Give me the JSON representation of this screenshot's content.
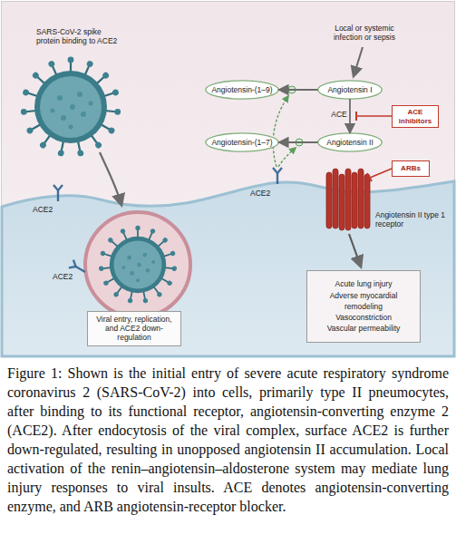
{
  "diagram": {
    "caption": "Figure 1: Shown is the initial entry of severe acute respiratory syndrome coronavirus 2 (SARS-CoV-2) into cells, primarily type II pneumocytes, after binding to its functional receptor, angiotensin-converting enzyme 2 (ACE2). After endocytosis of the viral complex, surface ACE2 is further down-regulated, resulting in unopposed angiotensin II accumulation. Local activation of the renin–angiotensin–aldosterone system may mediate lung injury responses to viral insults. ACE denotes angiotensin-converting enzyme, and ARB angiotensin-receptor blocker.",
    "nodes": [
      {
        "text": [
          "Angiotensin-(1–9)"
        ]
      },
      {
        "text": [
          "Angiotensin I"
        ]
      },
      {
        "text": [
          "ACE inhibitors"
        ]
      },
      {
        "text": [
          "Angiotensin-(1–7)"
        ]
      },
      {
        "text": [
          "Angiotensin II"
        ]
      },
      {
        "text": [
          "ARBs"
        ]
      },
      {
        "text": [
          "Viral entry, replication, and ACE2 down-regulation"
        ]
      },
      {
        "text": [
          "Acute lung injury",
          "Adverse myocardial remodeling",
          "Vasoconstriction",
          "Vascular permeability"
        ]
      }
    ],
    "edges": [
      {
        "from": 1,
        "to": 0,
        "arrow": "to"
      },
      {
        "from": 1,
        "to": 4,
        "label": "ACE",
        "arrow": "to"
      },
      {
        "from": 4,
        "to": 3,
        "arrow": "to"
      }
    ],
    "labels": [
      "SARS-CoV-2 spike protein binding to ACE2",
      "Local or systemic infection or sepsis",
      "ACE2",
      "ACE2",
      "ACE2",
      "Angiotensin II type 1 receptor"
    ]
  }
}
